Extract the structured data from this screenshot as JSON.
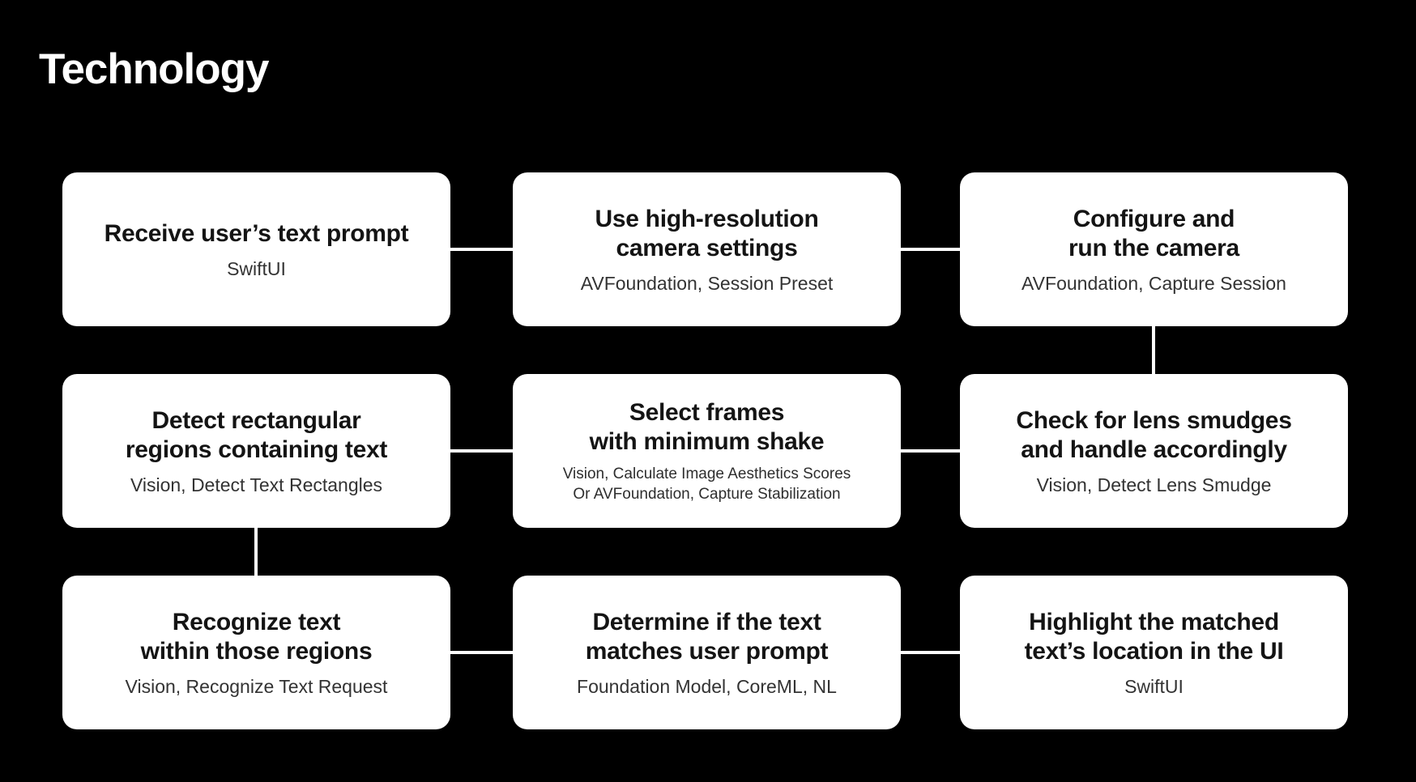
{
  "title": "Technology",
  "colors": {
    "background": "#000000",
    "node_background": "#ffffff",
    "node_title_text": "#141414",
    "node_subtitle_text": "#333333",
    "connector": "#ffffff",
    "slide_title_text": "#ffffff"
  },
  "boxes": [
    {
      "id": "receive-prompt",
      "title": "Receive user’s text prompt",
      "subtitle": "SwiftUI"
    },
    {
      "id": "camera-settings",
      "title": "Use high-resolution\ncamera settings",
      "subtitle": "AVFoundation, Session Preset"
    },
    {
      "id": "configure-camera",
      "title": "Configure and\nrun the camera",
      "subtitle": "AVFoundation, Capture Session"
    },
    {
      "id": "detect-regions",
      "title": "Detect rectangular\nregions containing text",
      "subtitle": "Vision, Detect Text Rectangles"
    },
    {
      "id": "select-frames",
      "title": "Select frames\nwith minimum shake",
      "subtitle": "Vision, Calculate Image Aesthetics Scores\nOr AVFoundation, Capture Stabilization"
    },
    {
      "id": "check-smudges",
      "title": "Check for lens smudges\nand handle accordingly",
      "subtitle": "Vision, Detect Lens Smudge"
    },
    {
      "id": "recognize-text",
      "title": "Recognize text\nwithin those regions",
      "subtitle": "Vision, Recognize Text Request"
    },
    {
      "id": "match-prompt",
      "title": "Determine if the text\nmatches user prompt",
      "subtitle": "Foundation Model, CoreML, NL"
    },
    {
      "id": "highlight-location",
      "title": "Highlight the matched\ntext’s location in the UI",
      "subtitle": "SwiftUI"
    }
  ],
  "flow_order": [
    "receive-prompt",
    "camera-settings",
    "configure-camera",
    "check-smudges",
    "select-frames",
    "detect-regions",
    "recognize-text",
    "match-prompt",
    "highlight-location"
  ]
}
